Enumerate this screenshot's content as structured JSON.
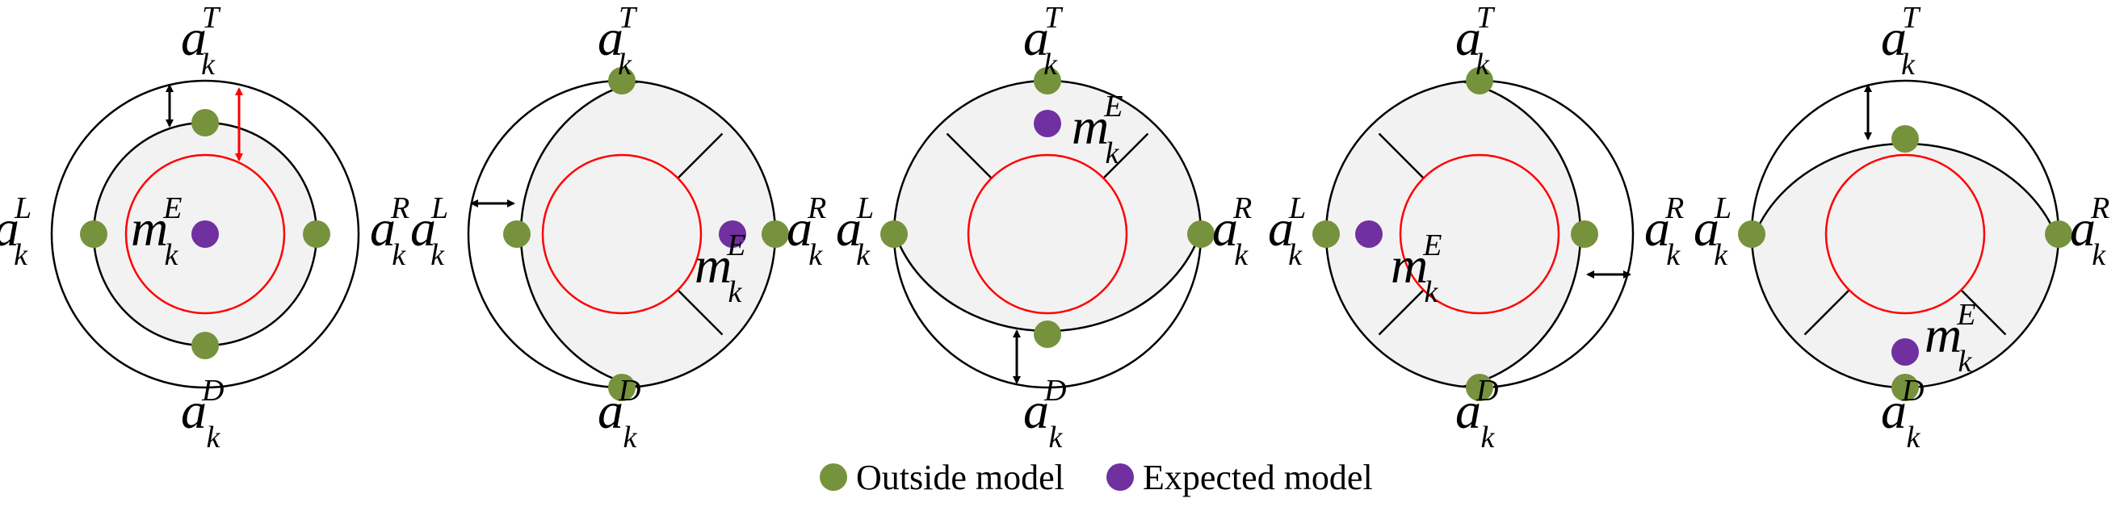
{
  "colors": {
    "outside_model": "#76923c",
    "expected_model": "#7030a0",
    "inner_circle": "#ff0000",
    "region_fill": "#f2f2f2",
    "stroke": "#000000",
    "red_arrow": "#ff0000"
  },
  "labels": {
    "anchor_base": "a",
    "anchor_sub": "k",
    "top_sup": "T",
    "left_sup": "L",
    "right_sup": "R",
    "down_sup": "D",
    "model_base": "m",
    "model_sub": "k",
    "model_sup": "E"
  },
  "legend": {
    "outside_label": "Outside model",
    "expected_label": "Expected model"
  },
  "panels": [
    {
      "name": "panel-1",
      "shift": "centered"
    },
    {
      "name": "panel-2",
      "shift": "left"
    },
    {
      "name": "panel-3",
      "shift": "down"
    },
    {
      "name": "panel-4",
      "shift": "right"
    },
    {
      "name": "panel-5",
      "shift": "up"
    }
  ]
}
